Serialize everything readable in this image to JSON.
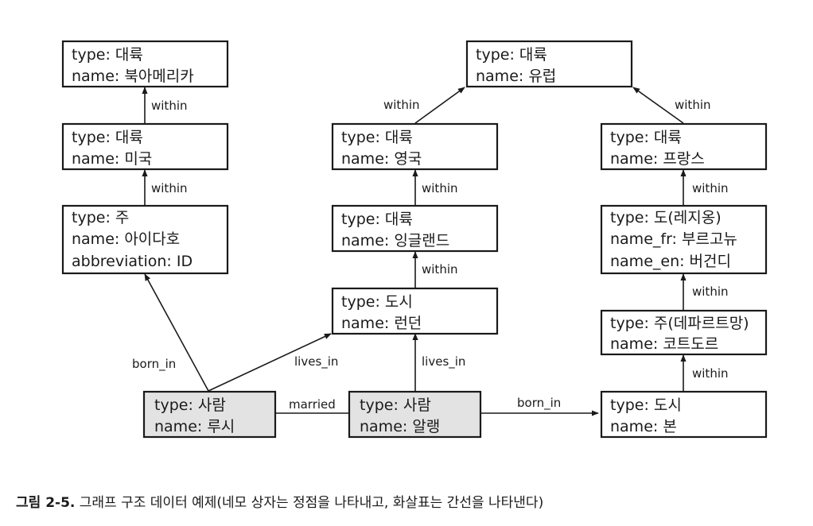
{
  "nodes": {
    "na": [
      "type: 대륙",
      "name: 북아메리카"
    ],
    "us": [
      "type: 대륙",
      "name: 미국"
    ],
    "idaho": [
      "type: 주",
      "name: 아이다호",
      "abbreviation: ID"
    ],
    "eu": [
      "type: 대륙",
      "name: 유럽"
    ],
    "uk": [
      "type: 대륙",
      "name: 영국"
    ],
    "eng": [
      "type: 대륙",
      "name: 잉글랜드"
    ],
    "london": [
      "type: 도시",
      "name: 런던"
    ],
    "fr": [
      "type: 대륙",
      "name: 프랑스"
    ],
    "bourg": [
      "type: 도(레지옹)",
      "name_fr: 부르고뉴",
      "name_en: 버건디"
    ],
    "cote": [
      "type: 주(데파르트망)",
      "name: 코트도르"
    ],
    "bonn": [
      "type: 도시",
      "name: 본"
    ],
    "lucy": [
      "type: 사람",
      "name: 루시"
    ],
    "alain": [
      "type: 사람",
      "name: 알랭"
    ]
  },
  "edges": {
    "us_na": "within",
    "idaho_us": "within",
    "uk_eu": "within",
    "fr_eu": "within",
    "eng_uk": "within",
    "london_eng": "within",
    "bourg_fr": "within",
    "cote_bourg": "within",
    "bonn_cote": "within",
    "lucy_idaho": "born_in",
    "lucy_london": "lives_in",
    "alain_london": "lives_in",
    "married": "married",
    "alain_bonn": "born_in"
  },
  "caption": {
    "figure": "그림 2-5.",
    "text": "그래프 구조 데이터 예제(네모 상자는 정점을 나타내고, 화살표는 간선을 나타낸다)"
  }
}
